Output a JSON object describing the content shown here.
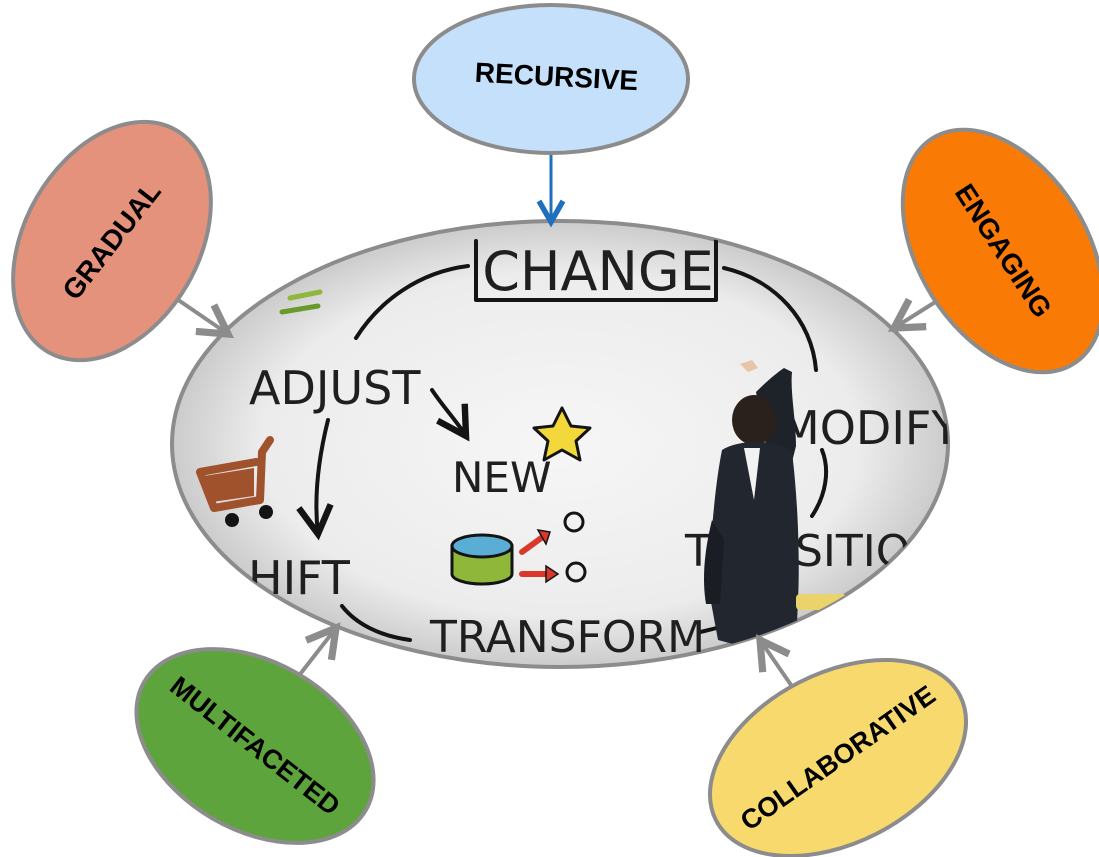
{
  "center": {
    "board_words": {
      "change": "CHANGE",
      "adjust": "ADJUST",
      "new": "NEW",
      "modify": "MODIFY",
      "shift": "HIFT",
      "transition_left": "T",
      "transition_right": "SITIO",
      "transform": "TRANSFORM"
    },
    "colors": {
      "frame_stroke": "#8c8c8c",
      "board_fill": "#f0f0f0",
      "star": "#f3d83b",
      "cart": "#a0522d",
      "cylinder_top": "#5aaed6",
      "cylinder_body": "#8fb83a",
      "arrow_red": "#d9382b"
    }
  },
  "attributes": [
    {
      "id": "recursive",
      "label": "RECURSIVE",
      "fill": "#c5e0fb",
      "arrow_color": "#1f6fbf"
    },
    {
      "id": "gradual",
      "label": "GRADUAL",
      "fill": "#e5927c",
      "arrow_color": "#8c8c8c"
    },
    {
      "id": "engaging",
      "label": "ENGAGING",
      "fill": "#f97a05",
      "arrow_color": "#8c8c8c"
    },
    {
      "id": "multifaceted",
      "label": "MULTIFACETED",
      "fill": "#5ea43c",
      "arrow_color": "#8c8c8c"
    },
    {
      "id": "collaborative",
      "label": "COLLABORATIVE",
      "fill": "#f7d96e",
      "arrow_color": "#8c8c8c"
    }
  ]
}
